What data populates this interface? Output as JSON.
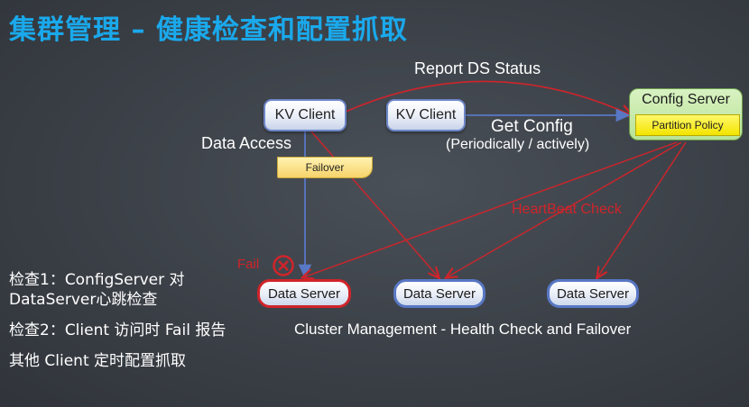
{
  "title": "集群管理 – 健康检查和配置抓取",
  "nodes": {
    "kv_client_1": "KV Client",
    "kv_client_2": "KV Client",
    "config_server": "Config Server",
    "partition_policy": "Partition Policy",
    "failover": "Failover",
    "data_server_1": "Data Server",
    "data_server_2": "Data Server",
    "data_server_3": "Data Server"
  },
  "labels": {
    "report_ds_status": "Report DS Status",
    "get_config": "Get Config",
    "periodically": "(Periodically / actively)",
    "data_access": "Data Access",
    "heartbeat_check": "HeartBeat Check",
    "fail": "Fail",
    "caption": "Cluster Management - Health Check and Failover"
  },
  "notes": [
    "检查1：ConfigServer 对 DataServer心跳检查",
    "检查2：Client 访问时 Fail 报告",
    "其他 Client 定时配置抓取"
  ],
  "colors": {
    "title": "#1aa9ec",
    "heartbeat": "#d0242a",
    "access_arrow": "#5877c4",
    "failover_note": "#f7d36a",
    "config_server": "#b8e296",
    "partition_policy": "#f3e400"
  }
}
